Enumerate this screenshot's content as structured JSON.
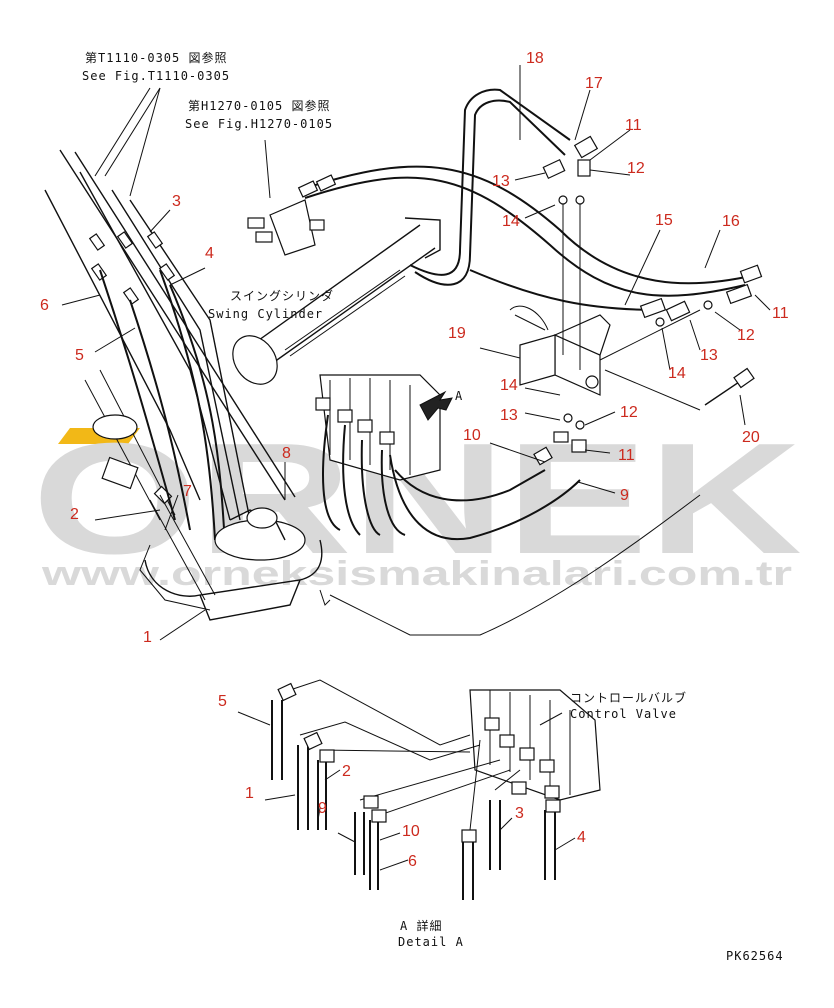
{
  "watermark": {
    "brand": "ORNEK",
    "url": "www.orneksismakinalari.com.tr",
    "color": "#d9d9d9",
    "accent": "#f2b817"
  },
  "references": {
    "fig_t_jp": "第T1110-0305 図参照",
    "fig_t_en": "See Fig.T1110-0305",
    "fig_h_jp": "第H1270-0105 図参照",
    "fig_h_en": "See Fig.H1270-0105",
    "swing_jp": "スイングシリンダ",
    "swing_en": "Swing Cylinder",
    "view_a": "A",
    "control_jp": "コントロールバルブ",
    "control_en": "Control Valve",
    "detail_jp": "A 詳細",
    "detail_en": "Detail A",
    "drawing_no": "PK62564"
  },
  "callouts": {
    "c18": "18",
    "c17": "17",
    "c11a": "11",
    "c12a": "12",
    "c13a": "13",
    "c14a": "14",
    "c15": "15",
    "c16": "16",
    "c11b": "11",
    "c12b": "12",
    "c13b": "13",
    "c14b": "14",
    "c19": "19",
    "c20": "20",
    "c14c": "14",
    "c13c": "13",
    "c12c": "12",
    "c11c": "11",
    "c10": "10",
    "c9": "9",
    "c8": "8",
    "c3": "3",
    "c4": "4",
    "c6": "6",
    "c5": "5",
    "c7": "7",
    "c2": "2",
    "c1": "1",
    "d5": "5",
    "d2": "2",
    "d1": "1",
    "d9": "9",
    "d10": "10",
    "d6": "6",
    "d3": "3",
    "d4": "4"
  },
  "colors": {
    "callout": "#cc2a1e",
    "line": "#111111"
  }
}
